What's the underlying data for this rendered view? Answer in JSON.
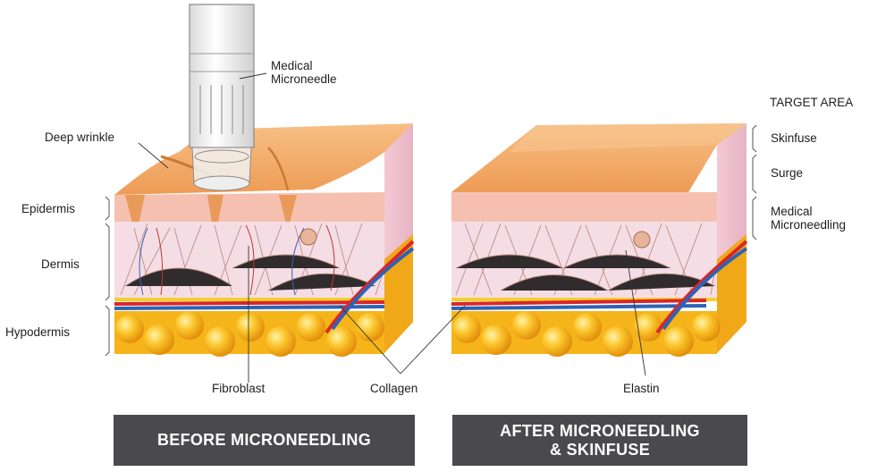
{
  "labels": {
    "medical_microneedle": [
      "Medical",
      "Microneedle"
    ],
    "deep_wrinkle": "Deep wrinkle",
    "epidermis": "Epidermis",
    "dermis": "Dermis",
    "hypodermis": "Hypodermis",
    "fibroblast": "Fibroblast",
    "collagen": "Collagen",
    "elastin": "Elastin",
    "target_area": "TARGET AREA",
    "skinfuse": "Skinfuse",
    "surge": "Surge",
    "medical_microneedling": [
      "Medical",
      "Microneedling"
    ]
  },
  "captions": {
    "before": "BEFORE MICRONEEDLING",
    "after": [
      "AFTER MICRONEEDLING",
      "& SKINFUSE"
    ]
  },
  "colors": {
    "skin_top": "#f1a765",
    "epidermis": "#f6c0b0",
    "dermis": "#f5dde6",
    "fat": "#f5b51a",
    "artery": "#d9262b",
    "vein": "#2e63b5",
    "caption_bg": "#4a4a4c"
  }
}
